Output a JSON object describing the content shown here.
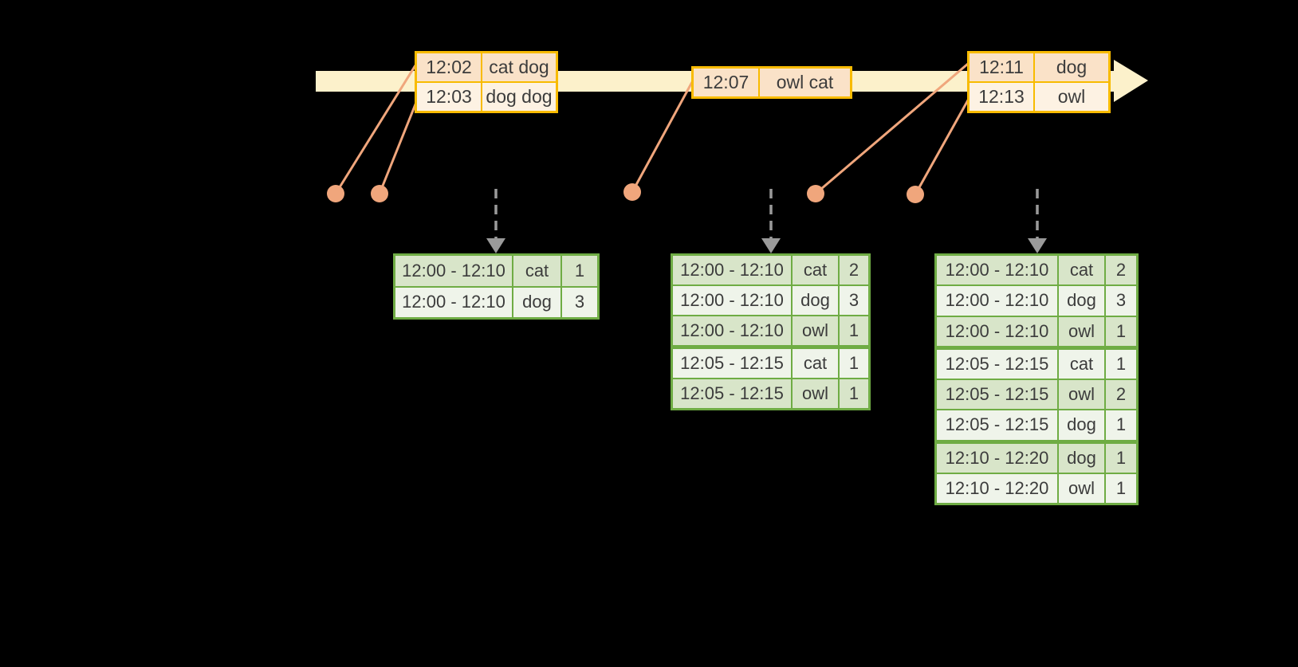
{
  "diagram": {
    "description": "event-time timeline with input event tables, timeline event dots, trigger arrows and windowed-count result tables",
    "timeline_event_dots": 5,
    "trigger_arrows": 3
  },
  "colors": {
    "background": "#000000",
    "band": "#FCF1CB",
    "gold": "#F8BB00",
    "peach_dark": "#FAE2C8",
    "peach_light": "#FDF2E3",
    "salmon": "#F0A67C",
    "gray": "#9A9A9A",
    "green": "#6FAC44",
    "green_dark": "#D8E5C9",
    "green_light": "#EFF4EA",
    "ink": "#3C3C3C"
  },
  "event_tables": [
    {
      "name": "input-batch-1",
      "rows": [
        {
          "time": "12:02",
          "words": "cat dog"
        },
        {
          "time": "12:03",
          "words": "dog dog"
        }
      ]
    },
    {
      "name": "input-batch-2",
      "rows": [
        {
          "time": "12:07",
          "words": "owl cat"
        }
      ]
    },
    {
      "name": "input-batch-3",
      "rows": [
        {
          "time": "12:11",
          "words": "dog"
        },
        {
          "time": "12:13",
          "words": "owl"
        }
      ]
    }
  ],
  "result_tables": [
    {
      "name": "result-after-trigger-1",
      "rows": [
        {
          "window": "12:00 - 12:10",
          "word": "cat",
          "count": "1"
        },
        {
          "window": "12:00 - 12:10",
          "word": "dog",
          "count": "3"
        }
      ]
    },
    {
      "name": "result-after-trigger-2",
      "rows": [
        {
          "window": "12:00 - 12:10",
          "word": "cat",
          "count": "2"
        },
        {
          "window": "12:00 - 12:10",
          "word": "dog",
          "count": "3"
        },
        {
          "window": "12:00 - 12:10",
          "word": "owl",
          "count": "1"
        },
        {
          "window": "12:05 - 12:15",
          "word": "cat",
          "count": "1"
        },
        {
          "window": "12:05 - 12:15",
          "word": "owl",
          "count": "1"
        }
      ]
    },
    {
      "name": "result-after-trigger-3",
      "rows": [
        {
          "window": "12:00 - 12:10",
          "word": "cat",
          "count": "2"
        },
        {
          "window": "12:00 - 12:10",
          "word": "dog",
          "count": "3"
        },
        {
          "window": "12:00 - 12:10",
          "word": "owl",
          "count": "1"
        },
        {
          "window": "12:05 - 12:15",
          "word": "cat",
          "count": "1"
        },
        {
          "window": "12:05 - 12:15",
          "word": "owl",
          "count": "2"
        },
        {
          "window": "12:05 - 12:15",
          "word": "dog",
          "count": "1"
        },
        {
          "window": "12:10 - 12:20",
          "word": "dog",
          "count": "1"
        },
        {
          "window": "12:10 - 12:20",
          "word": "owl",
          "count": "1"
        }
      ]
    }
  ]
}
